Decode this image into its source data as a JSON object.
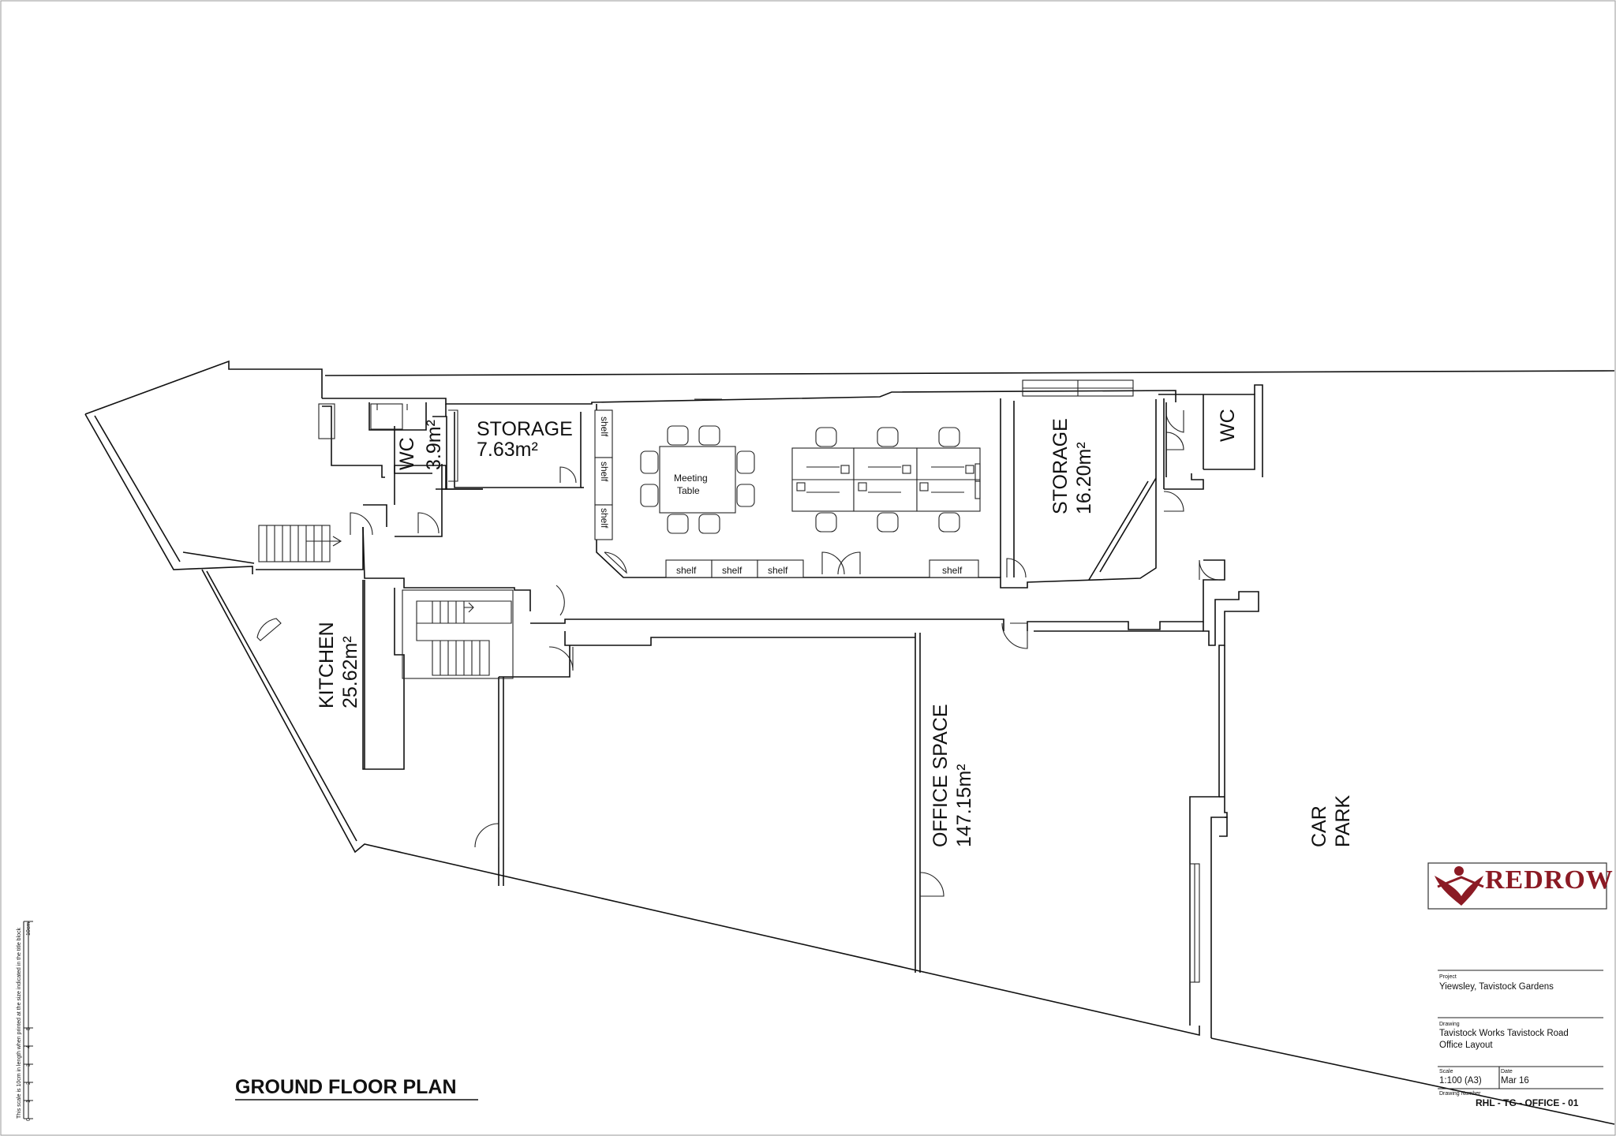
{
  "drawing_title": "GROUND FLOOR PLAN",
  "rooms": {
    "storage_small": {
      "name": "STORAGE",
      "area": "7.63m²"
    },
    "wc_left": {
      "name": "WC",
      "area": "3.9m²"
    },
    "storage_large": {
      "name": "STORAGE",
      "area": "16.20m²"
    },
    "wc_right": {
      "name": "WC"
    },
    "kitchen": {
      "name": "KITCHEN",
      "area": "25.62m²"
    },
    "office": {
      "name": "OFFICE SPACE",
      "area": "147.15m²"
    },
    "car_park": {
      "line1": "CAR",
      "line2": "PARK"
    }
  },
  "furniture": {
    "meeting_table_line1": "Meeting",
    "meeting_table_line2": "Table",
    "shelf": "shelf"
  },
  "scale_note": "This scale is 10cm in length when printed at the size indicated in the title block",
  "scale_bar": {
    "ticks": [
      "0",
      "1",
      "2",
      "3",
      "4",
      "5"
    ],
    "end_label": "10cm"
  },
  "logo": {
    "text": "REDROW",
    "color": "#8b1a24"
  },
  "title_block": {
    "project_label": "Project",
    "project_value": "Yiewsley, Tavistock Gardens",
    "drawing_label": "Drawing",
    "drawing_line1": "Tavistock Works Tavistock Road",
    "drawing_line2": "Office Layout",
    "scale_label": "Scale",
    "scale_value": "1:100 (A3)",
    "date_label": "Date",
    "date_value": "Mar 16",
    "number_label": "Drawing Number",
    "number_value": "RHL - TG - OFFICE - 01"
  }
}
